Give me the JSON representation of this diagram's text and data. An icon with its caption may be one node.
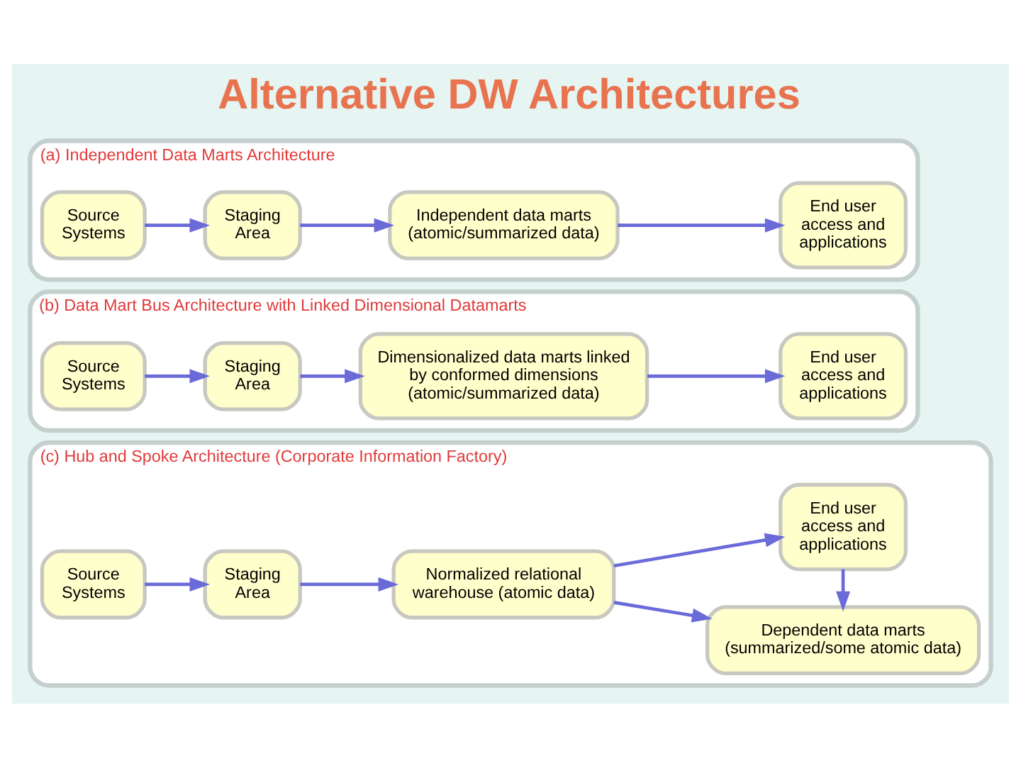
{
  "diagram": {
    "title": "Alternative DW Architectures",
    "nodes": [
      {
        "text": [
          "(a) Independent Data Marts Architecture"
        ]
      },
      {
        "text": [
          "Source Systems"
        ],
        "in": 0
      },
      {
        "text": [
          "Staging Area"
        ],
        "in": 0
      },
      {
        "text": [
          "Independent data marts (atomic/summarized data)"
        ],
        "in": 0
      },
      {
        "text": [
          "End user access and applications"
        ],
        "in": 0
      },
      {
        "text": [
          "(b) Data Mart Bus Architecture with Linked Dimensional Datamarts"
        ]
      },
      {
        "text": [
          "Source Systems"
        ],
        "in": 5
      },
      {
        "text": [
          "Staging Area"
        ],
        "in": 5
      },
      {
        "text": [
          "Dimensionalized data marts linked by conformed dimensions (atomic/summarized data)"
        ],
        "in": 5
      },
      {
        "text": [
          "End user access and applications"
        ],
        "in": 5
      },
      {
        "text": [
          "(c) Hub and Spoke Architecture (Corporate Information Factory)"
        ]
      },
      {
        "text": [
          "Source Systems"
        ],
        "in": 10
      },
      {
        "text": [
          "Staging Area"
        ],
        "in": 10
      },
      {
        "text": [
          "Normalized relational warehouse (atomic data)"
        ],
        "in": 10
      },
      {
        "text": [
          "End user access and applications"
        ],
        "in": 10
      },
      {
        "text": [
          "Dependent data marts (summarized/some atomic data)"
        ],
        "in": 10
      }
    ],
    "edges": [
      {
        "from": 1,
        "to": 2,
        "arrow": "to"
      },
      {
        "from": 2,
        "to": 3,
        "arrow": "to"
      },
      {
        "from": 3,
        "to": 4,
        "arrow": "to"
      },
      {
        "from": 6,
        "to": 7,
        "arrow": "to"
      },
      {
        "from": 7,
        "to": 8,
        "arrow": "to"
      },
      {
        "from": 8,
        "to": 9,
        "arrow": "to"
      },
      {
        "from": 11,
        "to": 12,
        "arrow": "to"
      },
      {
        "from": 12,
        "to": 13,
        "arrow": "to"
      },
      {
        "from": 13,
        "to": 14,
        "arrow": "to"
      },
      {
        "from": 13,
        "to": 15,
        "arrow": "to"
      },
      {
        "from": 14,
        "to": 15,
        "arrow": "to"
      }
    ]
  }
}
